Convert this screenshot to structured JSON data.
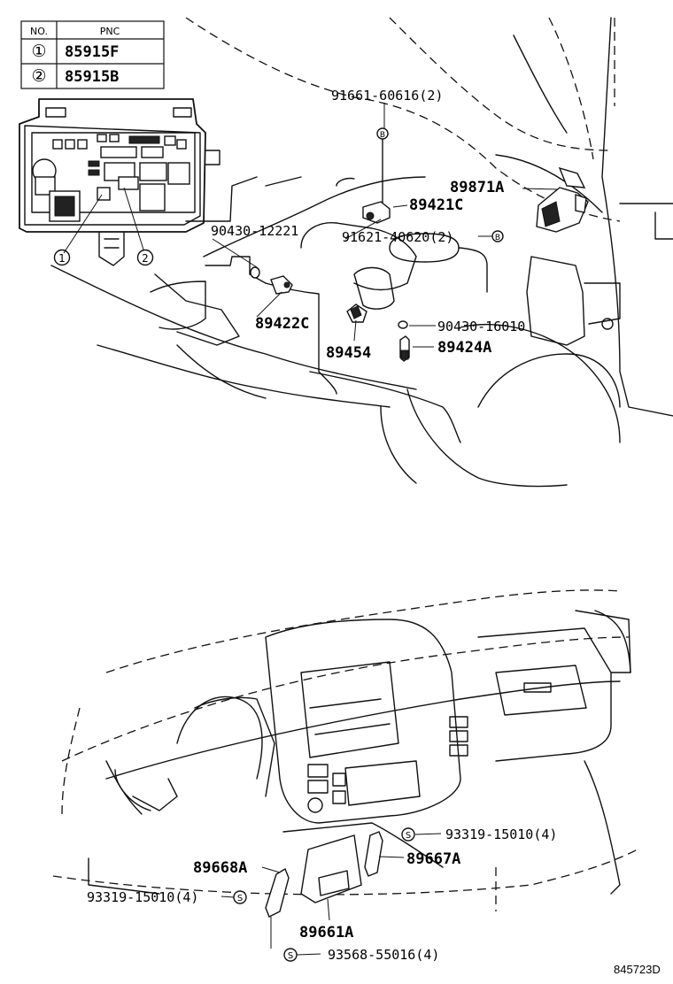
{
  "table": {
    "header_no": "NO.",
    "header_pnc": "PNC",
    "rows": [
      {
        "no": "①",
        "pnc": "85915F"
      },
      {
        "no": "②",
        "pnc": "85915B"
      }
    ]
  },
  "callouts": {
    "one": "1",
    "two": "2"
  },
  "top_labels": {
    "l1": "91661-60616(2)",
    "l2": "89871A",
    "l3": "89421C",
    "l4": "90430-12221",
    "l5": "91621-40620(2)",
    "l6": "89422C",
    "l7": "90430-16010",
    "l8": "89454",
    "l9": "89424A"
  },
  "bottom_labels": {
    "l1": "93319-15010(4)",
    "l2": "89668A",
    "l3": "89667A",
    "l4": "93319-15010(4)",
    "l5": "89661A",
    "l6": "93568-55016(4)"
  },
  "marks": {
    "b": "B",
    "s": "S"
  },
  "diagram_id": "845723D"
}
